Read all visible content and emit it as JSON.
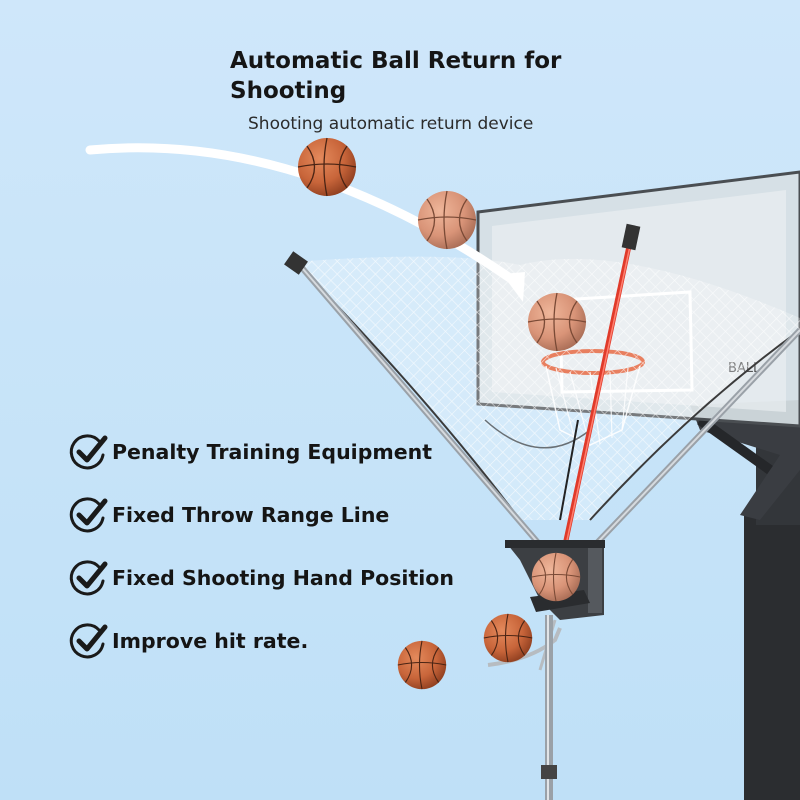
{
  "header": {
    "title": "Automatic Ball Return for Shooting",
    "subtitle": "Shooting automatic return device"
  },
  "features": [
    {
      "label": "Penalty Training Equipment",
      "icon": "check-circle-icon"
    },
    {
      "label": "Fixed Throw Range Line",
      "icon": "check-circle-icon"
    },
    {
      "label": "Fixed Shooting Hand Position",
      "icon": "check-circle-icon"
    },
    {
      "label": "Improve hit rate.",
      "icon": "check-circle-icon"
    }
  ],
  "colors": {
    "background": "#c9e4f8",
    "ball": "#c8653a",
    "net_pole": "#e03a2a",
    "text": "#151515",
    "icon": "#1a1a1a"
  }
}
